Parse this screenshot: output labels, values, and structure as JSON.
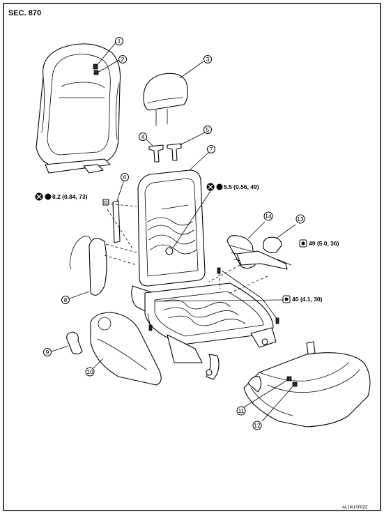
{
  "section_label": "SEC. 870",
  "callouts": [
    {
      "num": "1",
      "part": "part-1"
    },
    {
      "num": "2",
      "part": "part-2"
    },
    {
      "num": "3",
      "part": "headrest"
    },
    {
      "num": "4",
      "part": "headrest-guide-1"
    },
    {
      "num": "5",
      "part": "headrest-guide-2"
    },
    {
      "num": "6",
      "part": "side-panel"
    },
    {
      "num": "7",
      "part": "seatback-frame"
    },
    {
      "num": "8",
      "part": "side-trim"
    },
    {
      "num": "9",
      "part": "knob"
    },
    {
      "num": "10",
      "part": "side-cover"
    },
    {
      "num": "11",
      "part": "part-11"
    },
    {
      "num": "12",
      "part": "part-12"
    },
    {
      "num": "13",
      "part": "bracket"
    },
    {
      "num": "14",
      "part": "cover-14"
    }
  ],
  "torque_specs": [
    {
      "text": "8.2 (0.84, 73)",
      "has_x": true
    },
    {
      "text": "5.5 (0.56, 49)",
      "has_x": true
    },
    {
      "text": "49 (5.0, 36)",
      "has_x": false
    },
    {
      "text": "40 (4.1, 30)",
      "has_x": false
    }
  ],
  "reference_code": "ALJIA1000ZZ"
}
